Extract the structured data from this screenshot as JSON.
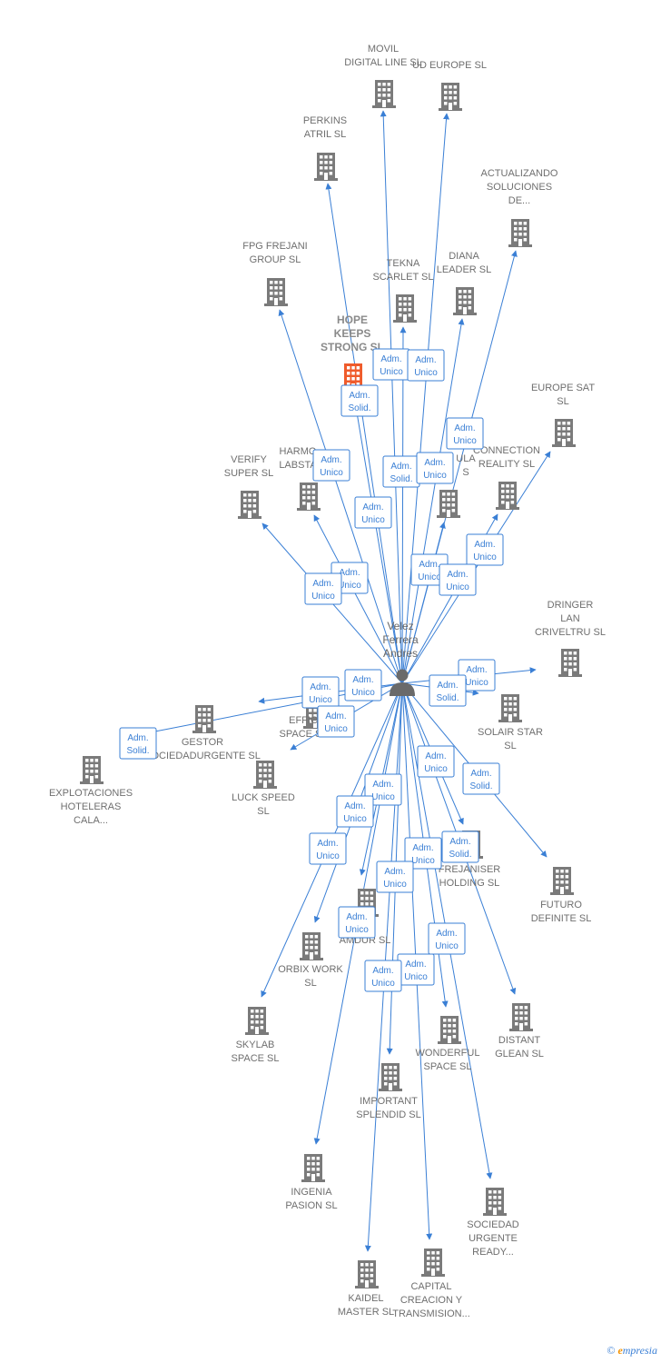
{
  "colors": {
    "edge": "#3a7fd5",
    "building": "#7a7a7a",
    "focus_building": "#ef5b2b",
    "person": "#6a6a6a",
    "label": "#6f6f6f"
  },
  "center_person": {
    "lines": [
      "Velez",
      "Ferrera",
      "Andres"
    ],
    "icon": "person-icon"
  },
  "companies": [
    {
      "id": "movil",
      "lines": [
        "MOVIL",
        "DIGITAL LINE SL"
      ]
    },
    {
      "id": "ud-europe",
      "lines": [
        "UD EUROPE SL"
      ]
    },
    {
      "id": "perkins",
      "lines": [
        "PERKINS",
        "ATRIL SL"
      ]
    },
    {
      "id": "actualizando",
      "lines": [
        "ACTUALIZANDO",
        "SOLUCIONES",
        "DE..."
      ]
    },
    {
      "id": "fpg",
      "lines": [
        "FPG FREJANI",
        "GROUP SL"
      ]
    },
    {
      "id": "tekna",
      "lines": [
        "TEKNA",
        "SCARLET SL"
      ]
    },
    {
      "id": "diana",
      "lines": [
        "DIANA",
        "LEADER SL"
      ]
    },
    {
      "id": "hope",
      "lines": [
        "HOPE",
        "KEEPS",
        "STRONG SL"
      ],
      "focus": true
    },
    {
      "id": "europe-sat",
      "lines": [
        "EUROPE SAT",
        "SL"
      ]
    },
    {
      "id": "verify",
      "lines": [
        "VERIFY",
        "SUPER SL"
      ]
    },
    {
      "id": "harmo",
      "lines": [
        "HARMO",
        "LABSTA"
      ]
    },
    {
      "id": "ula",
      "lines": [
        "ULA",
        "S"
      ]
    },
    {
      "id": "connection",
      "lines": [
        "CONNECTION",
        "REALITY SL"
      ]
    },
    {
      "id": "dringer",
      "lines": [
        "DRINGER",
        "LAN",
        "CRIVELTRU SL"
      ]
    },
    {
      "id": "gestor",
      "lines": [
        "GESTOR",
        "SOCIEDADURGENTE SL"
      ]
    },
    {
      "id": "effic",
      "lines": [
        "EFFIC",
        "SPACE SL"
      ]
    },
    {
      "id": "solair",
      "lines": [
        "SOLAIR STAR",
        "SL"
      ]
    },
    {
      "id": "explotaciones",
      "lines": [
        "EXPLOTACIONES",
        "HOTELERAS",
        "CALA..."
      ]
    },
    {
      "id": "luck",
      "lines": [
        "LUCK SPEED",
        "SL"
      ]
    },
    {
      "id": "frejaniser",
      "lines": [
        "FREJANISER",
        "HOLDING SL"
      ]
    },
    {
      "id": "futuro",
      "lines": [
        "FUTURO",
        "DEFINITE SL"
      ]
    },
    {
      "id": "amdur",
      "lines": [
        "AL",
        "AMDUR SL"
      ]
    },
    {
      "id": "orbix",
      "lines": [
        "ORBIX WORK",
        "SL"
      ]
    },
    {
      "id": "skylab",
      "lines": [
        "SKYLAB",
        "SPACE SL"
      ]
    },
    {
      "id": "distant",
      "lines": [
        "DISTANT",
        "GLEAN SL"
      ]
    },
    {
      "id": "wonderful",
      "lines": [
        "WONDERFUL",
        "SPACE SL"
      ]
    },
    {
      "id": "important",
      "lines": [
        "IMPORTANT",
        "SPLENDID SL"
      ]
    },
    {
      "id": "ingenia",
      "lines": [
        "INGENIA",
        "PASION SL"
      ]
    },
    {
      "id": "sociedad",
      "lines": [
        "SOCIEDAD",
        "URGENTE",
        "READY..."
      ]
    },
    {
      "id": "kaidel",
      "lines": [
        "KAIDEL",
        "MASTER SL"
      ]
    },
    {
      "id": "capital",
      "lines": [
        "CAPITAL",
        "CREACION Y",
        "TRANSMISION..."
      ]
    }
  ],
  "badge_roles": [
    [
      "Adm.",
      "Unico"
    ],
    [
      "Adm.",
      "Unico"
    ],
    [
      "Adm.",
      "Solid."
    ],
    [
      "Adm.",
      "Unico"
    ],
    [
      "Adm.",
      "Unico"
    ],
    [
      "Adm.",
      "Solid."
    ],
    [
      "Adm.",
      "Unico"
    ],
    [
      "Adm.",
      "Unico"
    ],
    [
      "Adm.",
      "Unico"
    ],
    [
      "Adm.",
      "Unico"
    ],
    [
      "Adm.",
      "Unico"
    ],
    [
      "Adm.",
      "Unico"
    ],
    [
      "Adm.",
      "Unico"
    ],
    [
      "Adm.",
      "Unico"
    ],
    [
      "Adm.",
      "Solid."
    ],
    [
      "Adm.",
      "Unico"
    ],
    [
      "Adm.",
      "Unico"
    ],
    [
      "Adm.",
      "Unico"
    ],
    [
      "Adm.",
      "Solid."
    ],
    [
      "Adm.",
      "Unico"
    ],
    [
      "Adm.",
      "Unico"
    ],
    [
      "Adm.",
      "Solid."
    ],
    [
      "Adm.",
      "Unico"
    ],
    [
      "Adm.",
      "Unico"
    ],
    [
      "Adm.",
      "Unico"
    ],
    [
      "Adm.",
      "Solid."
    ],
    [
      "Adm.",
      "Unico"
    ],
    [
      "Adm.",
      "Unico"
    ],
    [
      "Adm.",
      "Unico"
    ],
    [
      "Adm.",
      "Unico"
    ],
    [
      "Adm.",
      "Unico"
    ],
    [
      "Adm.",
      "Unico"
    ]
  ],
  "footer": {
    "copyright": "©",
    "brand_initial": "e",
    "brand_rest": "mpresia"
  }
}
